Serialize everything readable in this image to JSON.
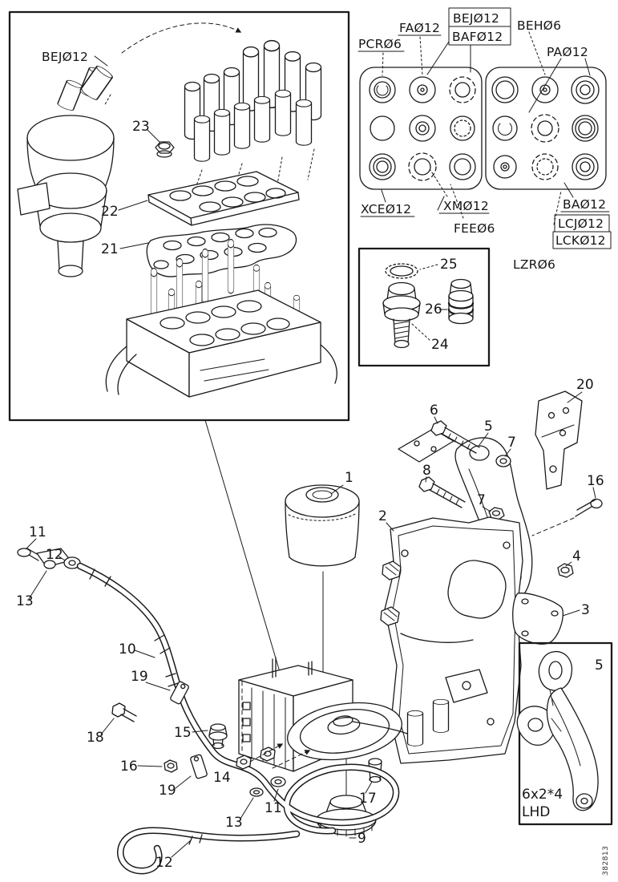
{
  "figure_id": "382813",
  "callouts": {
    "n1": "1",
    "n2": "2",
    "n3": "3",
    "n4": "4",
    "n5": "5",
    "n6": "6",
    "n7": "7",
    "n8": "8",
    "n9": "9",
    "n10": "10",
    "n11": "11",
    "n12": "12",
    "n13": "13",
    "n14": "14",
    "n15": "15",
    "n16": "16",
    "n17": "17",
    "n18": "18",
    "n19": "19",
    "n20": "20",
    "n21": "21",
    "n22": "22",
    "n23": "23",
    "n24": "24",
    "n25": "25",
    "n26": "26"
  },
  "part_codes": {
    "bej": "BEJØ12",
    "pcr": "PCRØ6",
    "fa": "FAØ12",
    "baf": "BAFØ12",
    "beh": "BEHØ6",
    "pa": "PAØ12",
    "xce": "XCEØ12",
    "xm": "XMØ12",
    "fee": "FEEØ6",
    "ba": "BAØ12",
    "lcj": "LCJØ12",
    "lck": "LCKØ12",
    "lzr": "LZRØ6"
  },
  "variant_note": {
    "line1": "6x2*4",
    "line2": "LHD"
  }
}
